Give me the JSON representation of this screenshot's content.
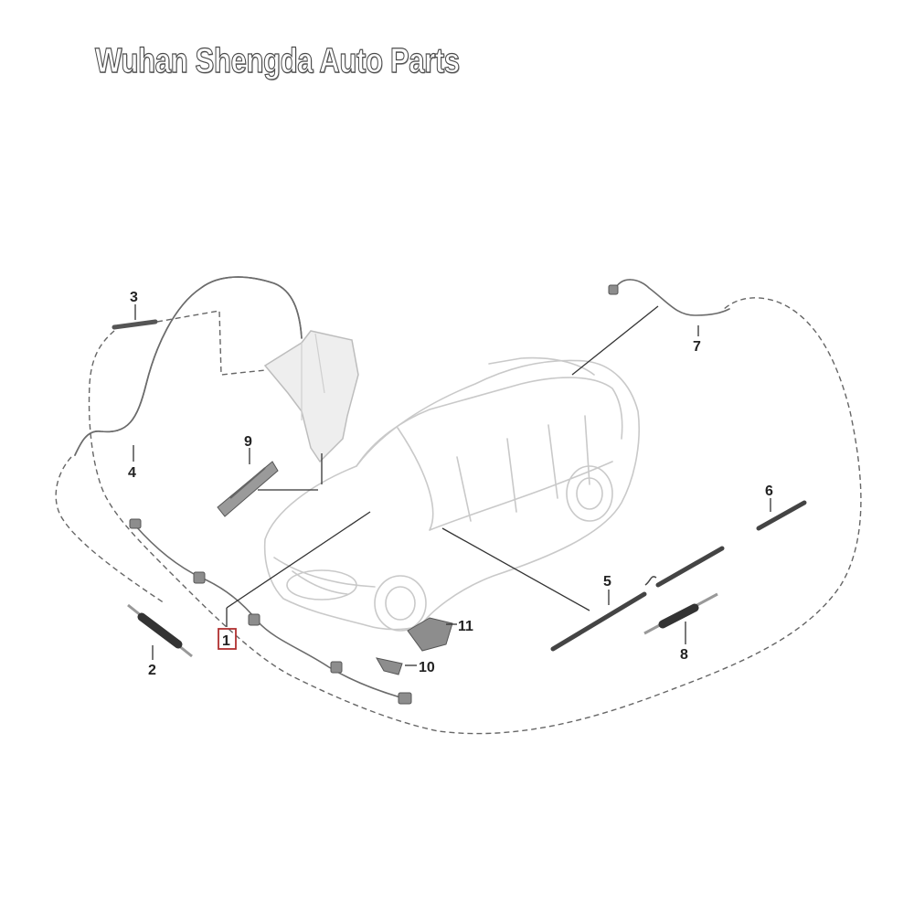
{
  "brand": {
    "title": "Wuhan Shengda Auto Parts"
  },
  "callouts": {
    "p1": "1",
    "p2": "2",
    "p3": "3",
    "p4": "4",
    "p5": "5",
    "p6": "6",
    "p7": "7",
    "p8": "8",
    "p9": "9",
    "p10": "10",
    "p11": "11"
  },
  "colors": {
    "line": "#333333",
    "car_outline": "#c9c9c9",
    "highlight_box": "#b03030"
  }
}
